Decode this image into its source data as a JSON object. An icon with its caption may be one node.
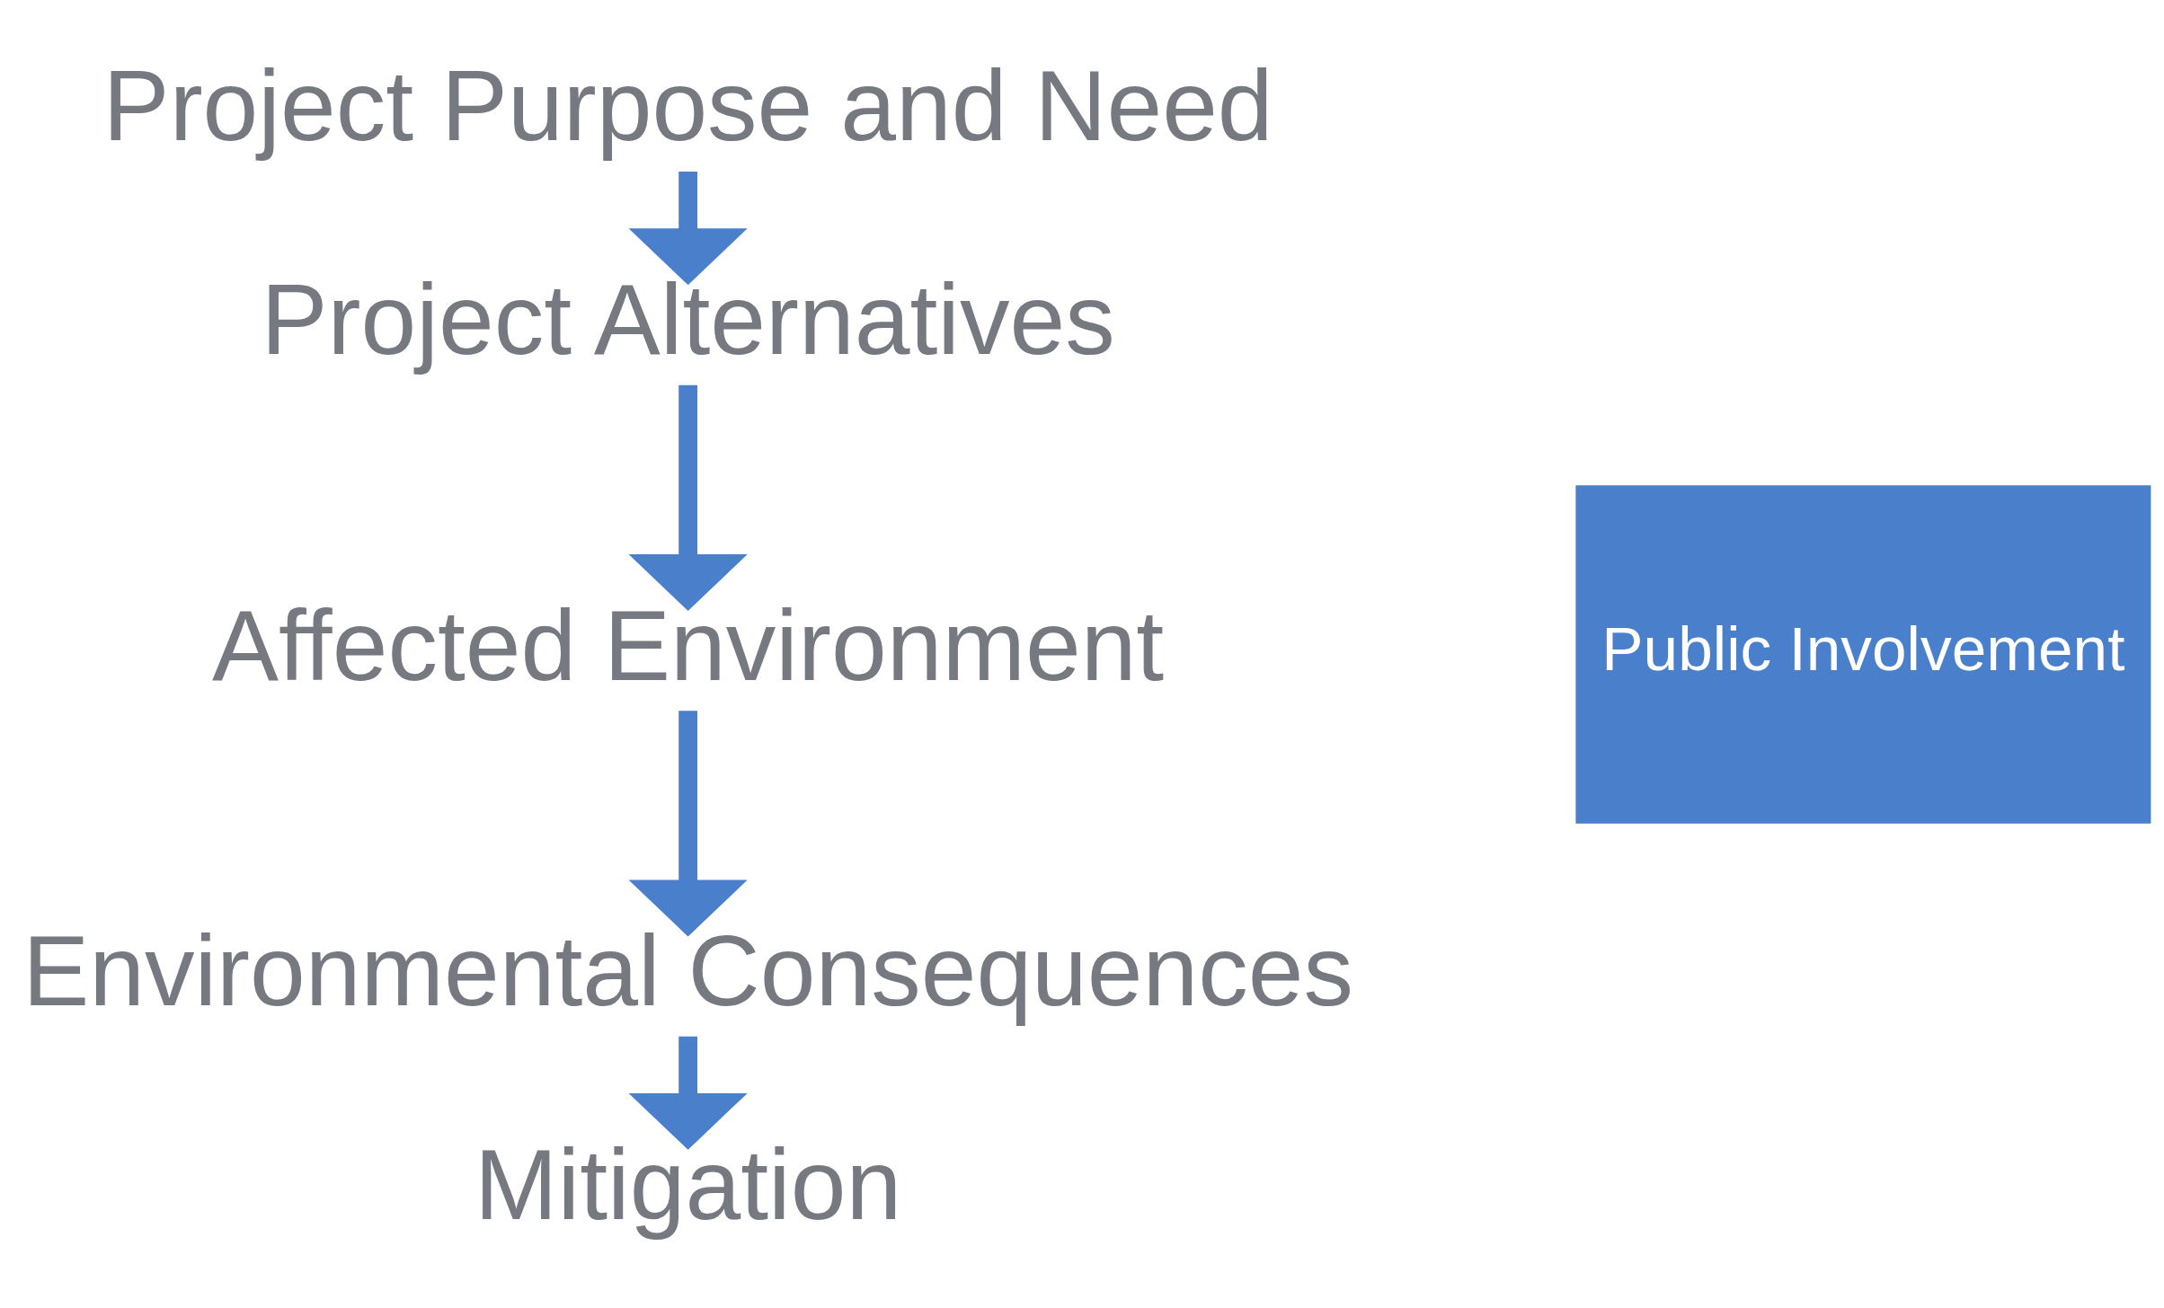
{
  "diagram": {
    "nodes": [
      {
        "text": [
          "Project Purpose and Need"
        ]
      },
      {
        "text": [
          "Project Alternatives"
        ]
      },
      {
        "text": [
          "Affected Environment"
        ]
      },
      {
        "text": [
          "Environmental Consequences"
        ]
      },
      {
        "text": [
          "Mitigation"
        ]
      },
      {
        "text": [
          "Public Involvement"
        ]
      }
    ],
    "edges": [
      {
        "from": 0,
        "to": 1,
        "arrow": "to"
      },
      {
        "from": 1,
        "to": 2,
        "arrow": "to"
      },
      {
        "from": 2,
        "to": 3,
        "arrow": "to"
      },
      {
        "from": 3,
        "to": 4,
        "arrow": "to"
      }
    ]
  }
}
